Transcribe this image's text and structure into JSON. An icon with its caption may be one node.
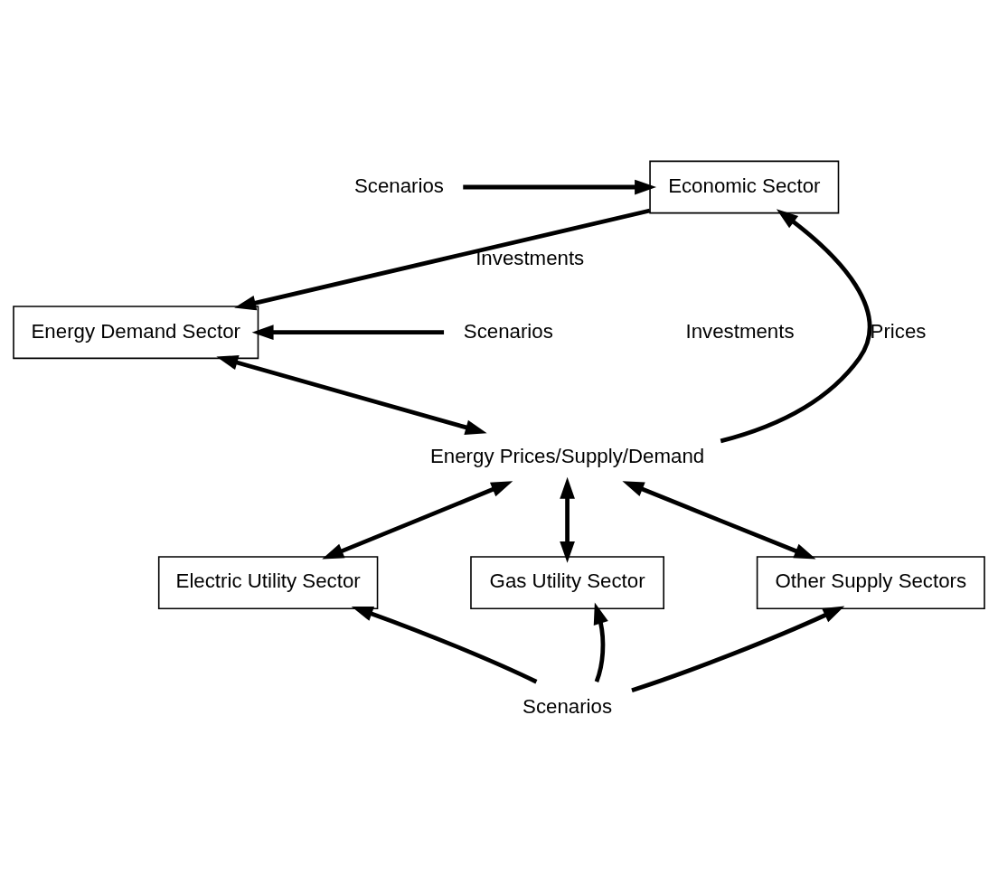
{
  "diagram": {
    "nodes": [
      {
        "text": [
          "Economic Sector"
        ]
      },
      {
        "text": [
          "Scenarios"
        ]
      },
      {
        "text": [
          "Energy Demand Sector"
        ]
      },
      {
        "text": [
          "Scenarios"
        ]
      },
      {
        "text": [
          "Energy Prices/Supply/Demand"
        ]
      },
      {
        "text": [
          "Electric Utility Sector"
        ]
      },
      {
        "text": [
          "Gas Utility Sector"
        ]
      },
      {
        "text": [
          "Other Supply Sectors"
        ]
      },
      {
        "text": [
          "Scenarios"
        ]
      }
    ],
    "edges": [
      {
        "from": 1,
        "to": 0,
        "arrow": "to"
      },
      {
        "from": 0,
        "to": 2,
        "arrow": "to",
        "label": "Investments"
      },
      {
        "from": 3,
        "to": 2,
        "arrow": "to"
      },
      {
        "from": 2,
        "to": 4,
        "arrow": "both"
      },
      {
        "from": 4,
        "to": 5,
        "arrow": "both"
      },
      {
        "from": 4,
        "to": 6,
        "arrow": "both"
      },
      {
        "from": 4,
        "to": 7,
        "arrow": "both"
      },
      {
        "from": 4,
        "to": 0,
        "arrow": "to",
        "label": "Prices"
      },
      {
        "from": 8,
        "to": 5,
        "arrow": "to"
      },
      {
        "from": 8,
        "to": 6,
        "arrow": "to"
      },
      {
        "from": 8,
        "to": 7,
        "arrow": "to"
      }
    ],
    "labels": [
      "Investments"
    ]
  }
}
